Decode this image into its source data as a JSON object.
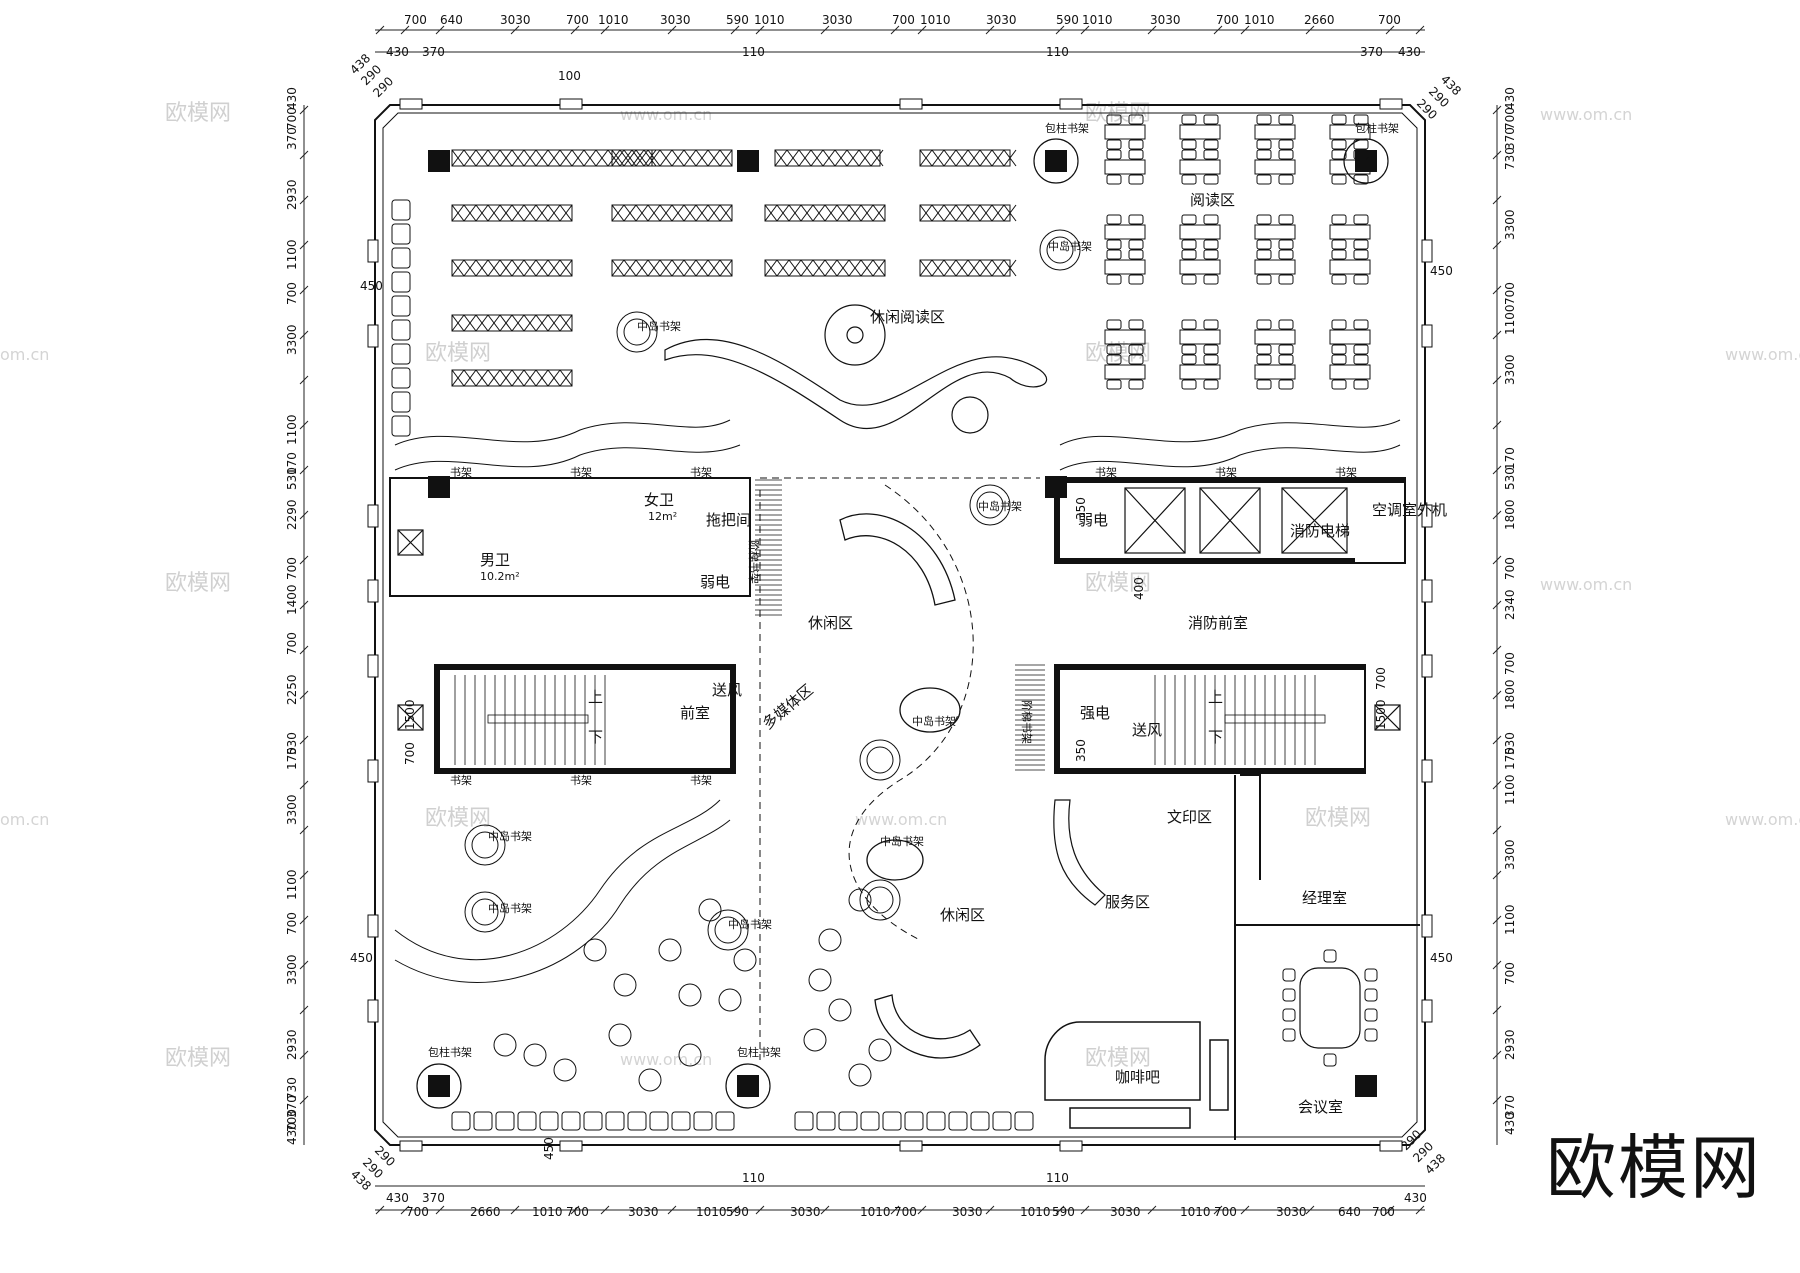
{
  "dimensions": {
    "top_outer": [
      "700",
      "640",
      "3030",
      "700",
      "1010",
      "3030",
      "590",
      "1010",
      "3030",
      "700",
      "1010",
      "3030",
      "590",
      "1010",
      "3030",
      "700",
      "1010",
      "2660",
      "700"
    ],
    "top_inner": [
      "430",
      "370",
      "110",
      "110",
      "370",
      "430"
    ],
    "bottom_outer": [
      "430",
      "700",
      "370",
      "2660",
      "1010",
      "700",
      "3030",
      "1010",
      "590",
      "3030",
      "1010",
      "700",
      "3030",
      "1010",
      "590",
      "3030",
      "1010",
      "700",
      "3030",
      "640",
      "700",
      "430"
    ],
    "bottom_inner": [
      "110",
      "110"
    ],
    "left": [
      "430",
      "700",
      "370",
      "2930",
      "1100",
      "700",
      "3300",
      "1100",
      "170",
      "530",
      "2290",
      "700",
      "1400",
      "700",
      "2250",
      "530",
      "170",
      "3300",
      "1100",
      "700",
      "3300",
      "2930",
      "730",
      "370",
      "700",
      "430"
    ],
    "right": [
      "430",
      "700",
      "370",
      "730",
      "3300",
      "700",
      "1100",
      "3300",
      "170",
      "530",
      "1800",
      "700",
      "2340",
      "700",
      "1800",
      "530",
      "170",
      "1100",
      "3300",
      "1100",
      "700",
      "2930",
      "370",
      "430"
    ],
    "misc": [
      "450",
      "450",
      "450",
      "450",
      "450",
      "100",
      "438",
      "290",
      "290",
      "438",
      "290",
      "290",
      "438",
      "290",
      "290",
      "438",
      "290",
      "290",
      "350",
      "350",
      "400",
      "1500",
      "1500",
      "700",
      "700"
    ]
  },
  "rooms": {
    "reading": "阅读区",
    "leisure_reading": "休闲阅读区",
    "leisure_1": "休闲区",
    "leisure_2": "休闲区",
    "mens_wc": "男卫",
    "mens_area": "10.2m²",
    "womens_wc": "女卫",
    "womens_area": "12m²",
    "mop_room": "拖把间",
    "weak_elec_1": "弱电",
    "weak_elec_2": "弱电",
    "strong_elec": "强电",
    "fire_elevator": "消防电梯",
    "ac_outdoor": "空调室外机",
    "fire_lobby": "消防前室",
    "anteroom": "前室",
    "air_supply_1": "送风",
    "air_supply_2": "送风",
    "multimedia": "多媒体区",
    "print": "文印区",
    "service": "服务区",
    "manager": "经理室",
    "meeting": "会议室",
    "cafe": "咖啡吧",
    "up_1": "上",
    "down_1": "下",
    "up_2": "上",
    "down_2": "下"
  },
  "labels": {
    "bookshelf": "书架",
    "stair_shelf": "阶梯书架",
    "island_shelf": "中岛书架",
    "column_shelf": "包柱书架"
  },
  "watermarks": {
    "brand": "欧模网",
    "url": "www.om.cn",
    "url_short": "om.cn"
  }
}
